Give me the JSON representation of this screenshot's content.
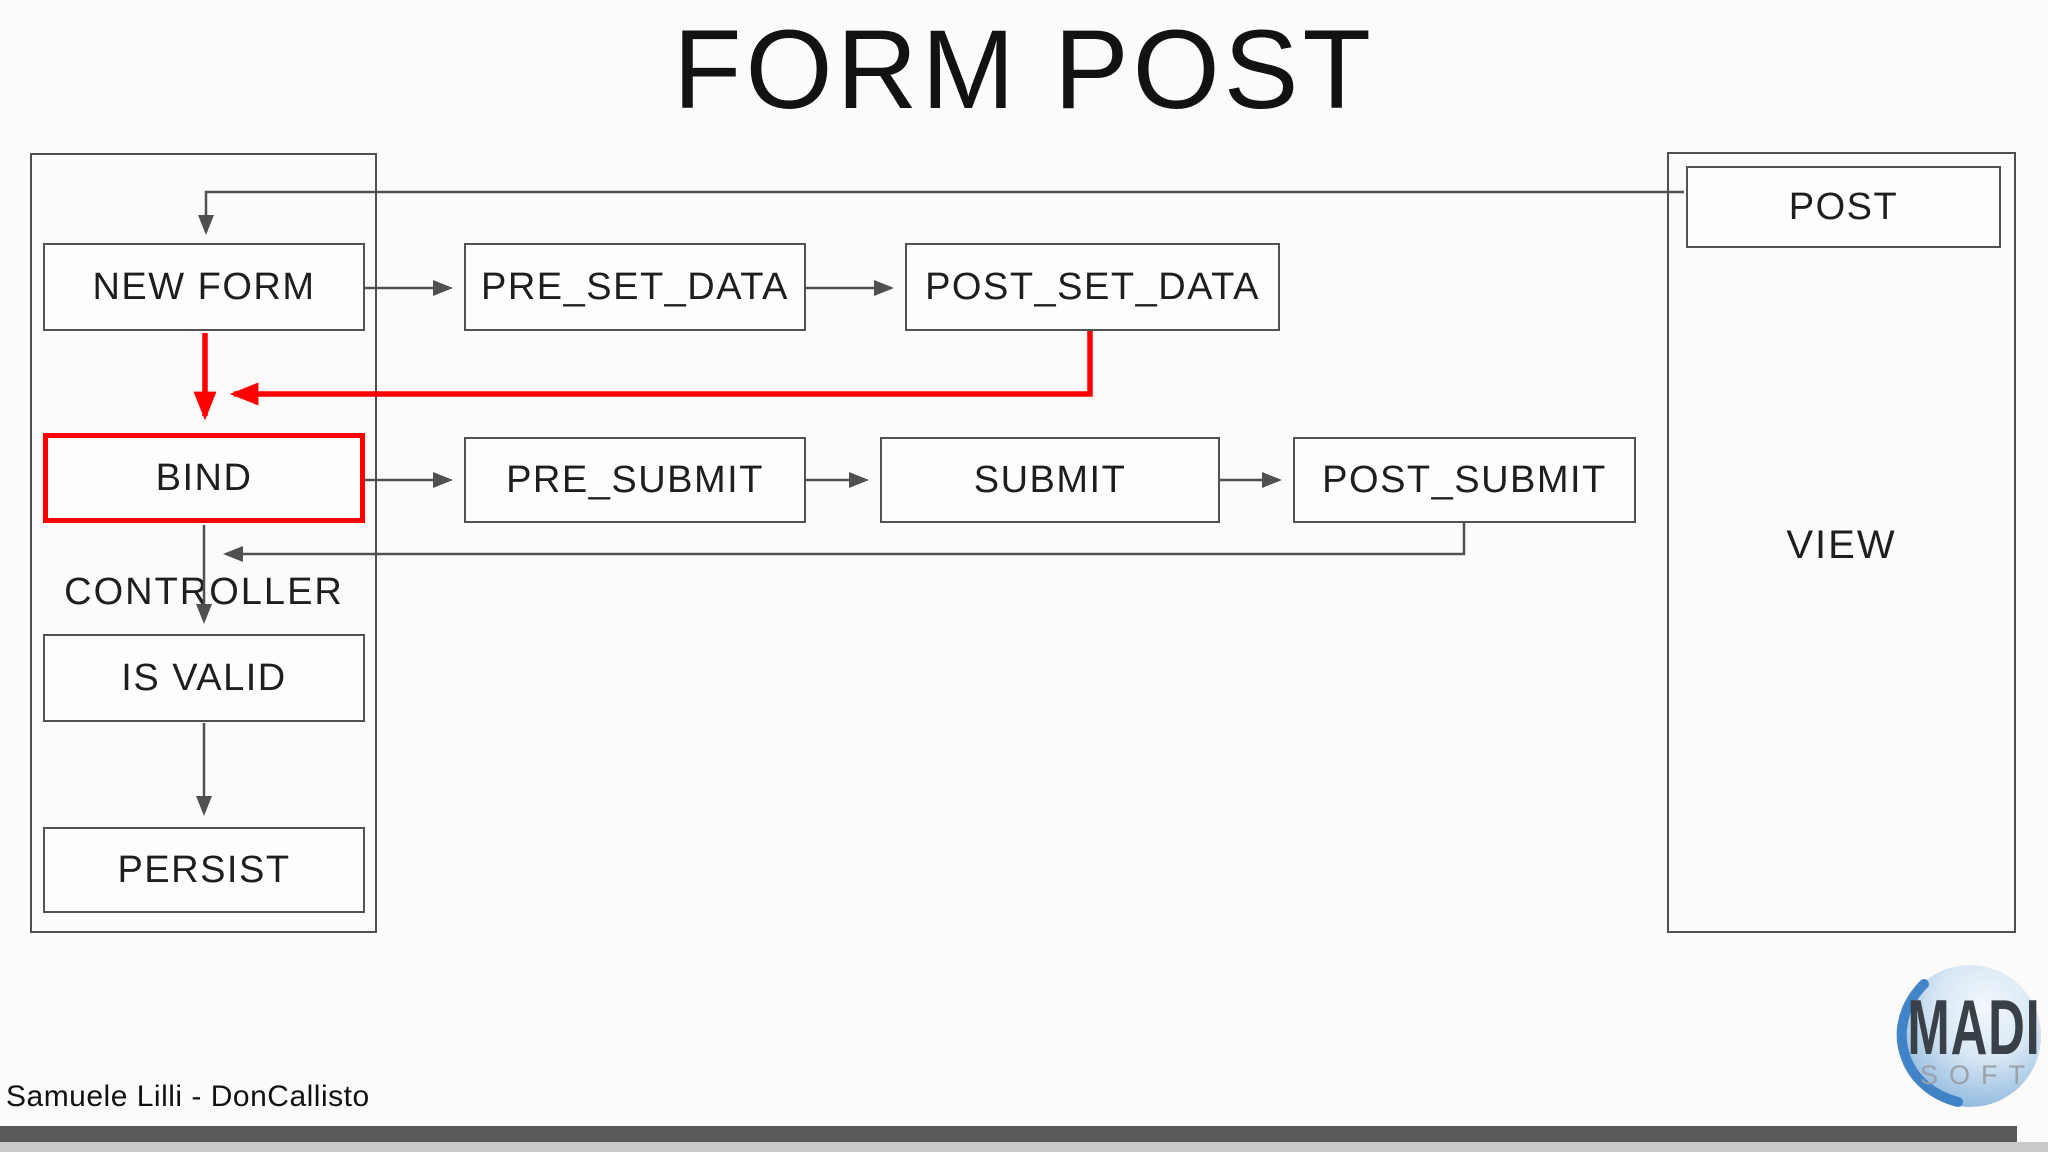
{
  "slide": {
    "title": "FORM POST",
    "footer": "Samuele Lilli - DonCallisto"
  },
  "diagram": {
    "controller_group_label": "CONTROLLER",
    "view_group_label": "VIEW",
    "nodes": {
      "new_form": "NEW FORM",
      "pre_set_data": "PRE_SET_DATA",
      "post_set_data": "POST_SET_DATA",
      "bind": "BIND",
      "pre_submit": "PRE_SUBMIT",
      "submit": "SUBMIT",
      "post_submit": "POST_SUBMIT",
      "is_valid": "IS VALID",
      "persist": "PERSIST",
      "post": "POST"
    },
    "colors": {
      "line_gray": "#4f5052",
      "highlight_red": "#fe0000",
      "text": "#1e1e1e"
    }
  },
  "logo": {
    "line1": "MADI",
    "line2": "SOFT"
  }
}
